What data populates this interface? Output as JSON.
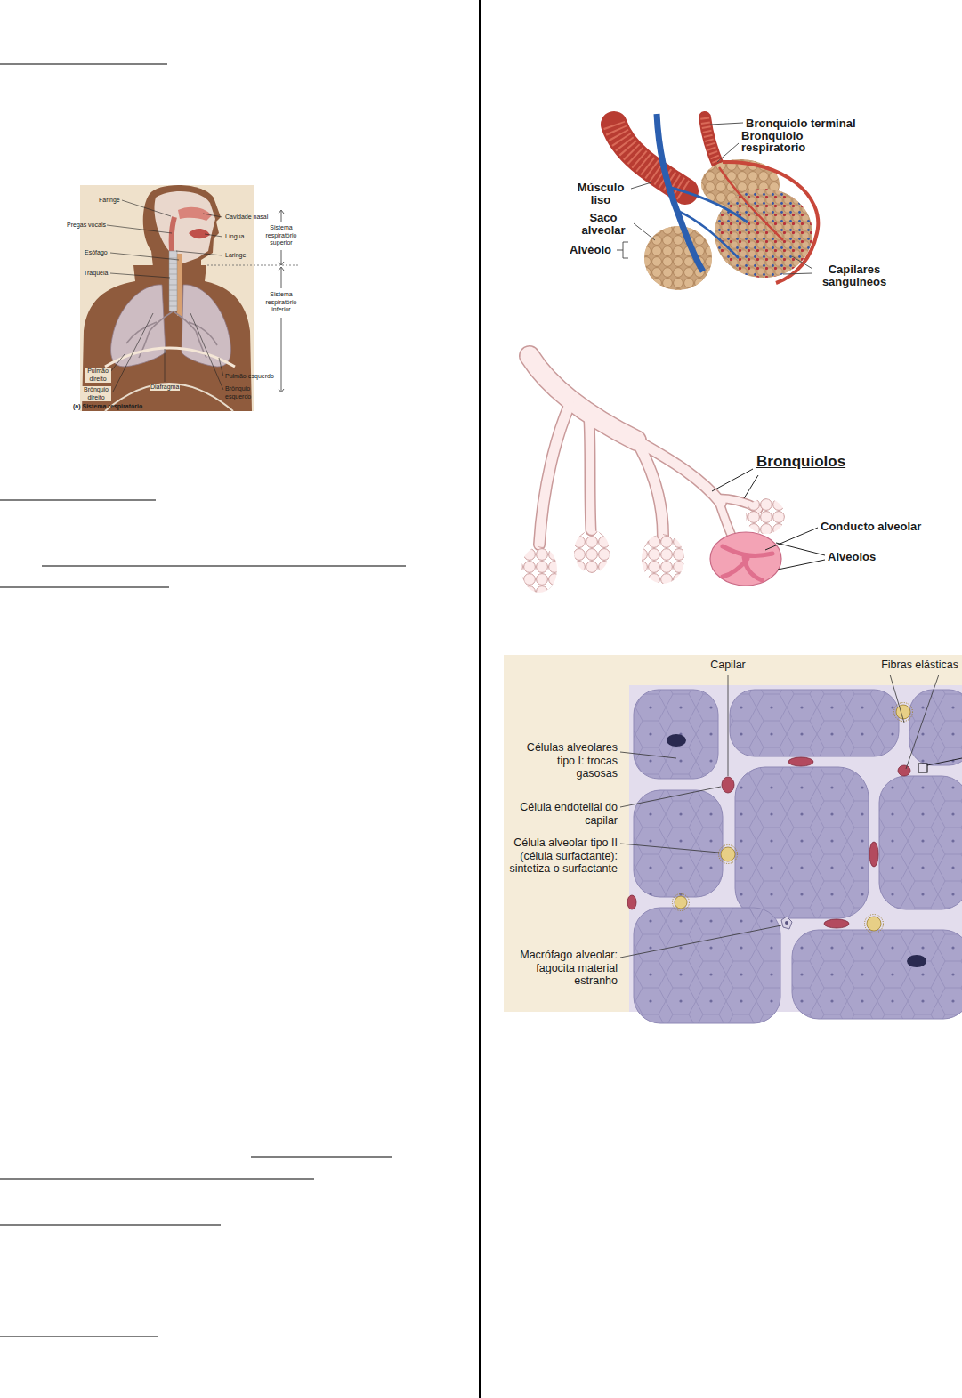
{
  "diagram": {
    "labels": [
      "Faringe",
      "Pregas vocais",
      "Esôfago",
      "Traqueia",
      "Cavidade nasal",
      "Língua",
      "Laringe",
      "Sistema respiratório superior",
      "Sistema respiratório inferior",
      "Pulmão direito",
      "Diafragma",
      "Pulmão esquerdo",
      "Brônquio direito",
      "Brônquio esquerdo",
      "(a) Sistema respiratório",
      "Bronquiolo terminal",
      "Bronquiolo respiratorio",
      "Músculo liso",
      "Saco alveolar",
      "Alvéolo",
      "Capilares sanguineos",
      "Bronquiolos",
      "Conducto alveolar",
      "Alveolos",
      "Capilar",
      "Fibras elásticas",
      "Células alveolares tipo I: trocas gasosas",
      "Célula endotelial do capilar",
      "Célula alveolar tipo II (célula surfactante): sintetiza o surfactante",
      "Macrófago alveolar: fagocita material estranho"
    ]
  }
}
